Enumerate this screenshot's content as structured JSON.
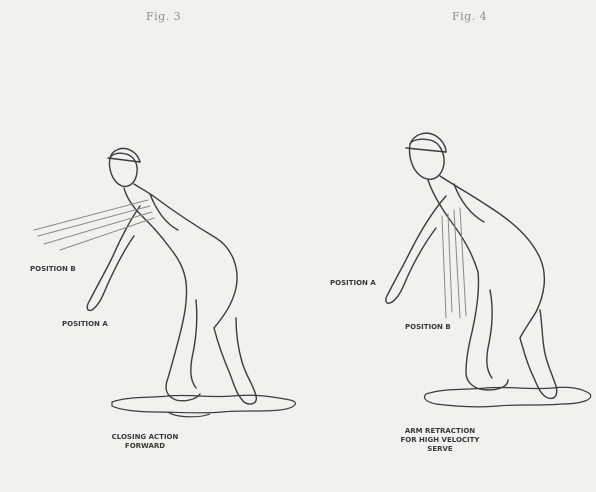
{
  "figures": [
    {
      "title": "Fig. 3",
      "labels": {
        "position_b": "POSITION B",
        "position_a": "POSITION A"
      },
      "caption": [
        "CLOSING ACTION",
        "FORWARD"
      ]
    },
    {
      "title": "Fig. 4",
      "labels": {
        "position_a": "POSITION A",
        "position_b": "POSITION B"
      },
      "caption": [
        "ARM RETRACTION",
        "FOR HIGH VELOCITY",
        "SERVE"
      ]
    }
  ],
  "colors": {
    "background": "#f1f1ee",
    "ink": "#3c3c3c",
    "faint_ink": "#8a8a84"
  }
}
